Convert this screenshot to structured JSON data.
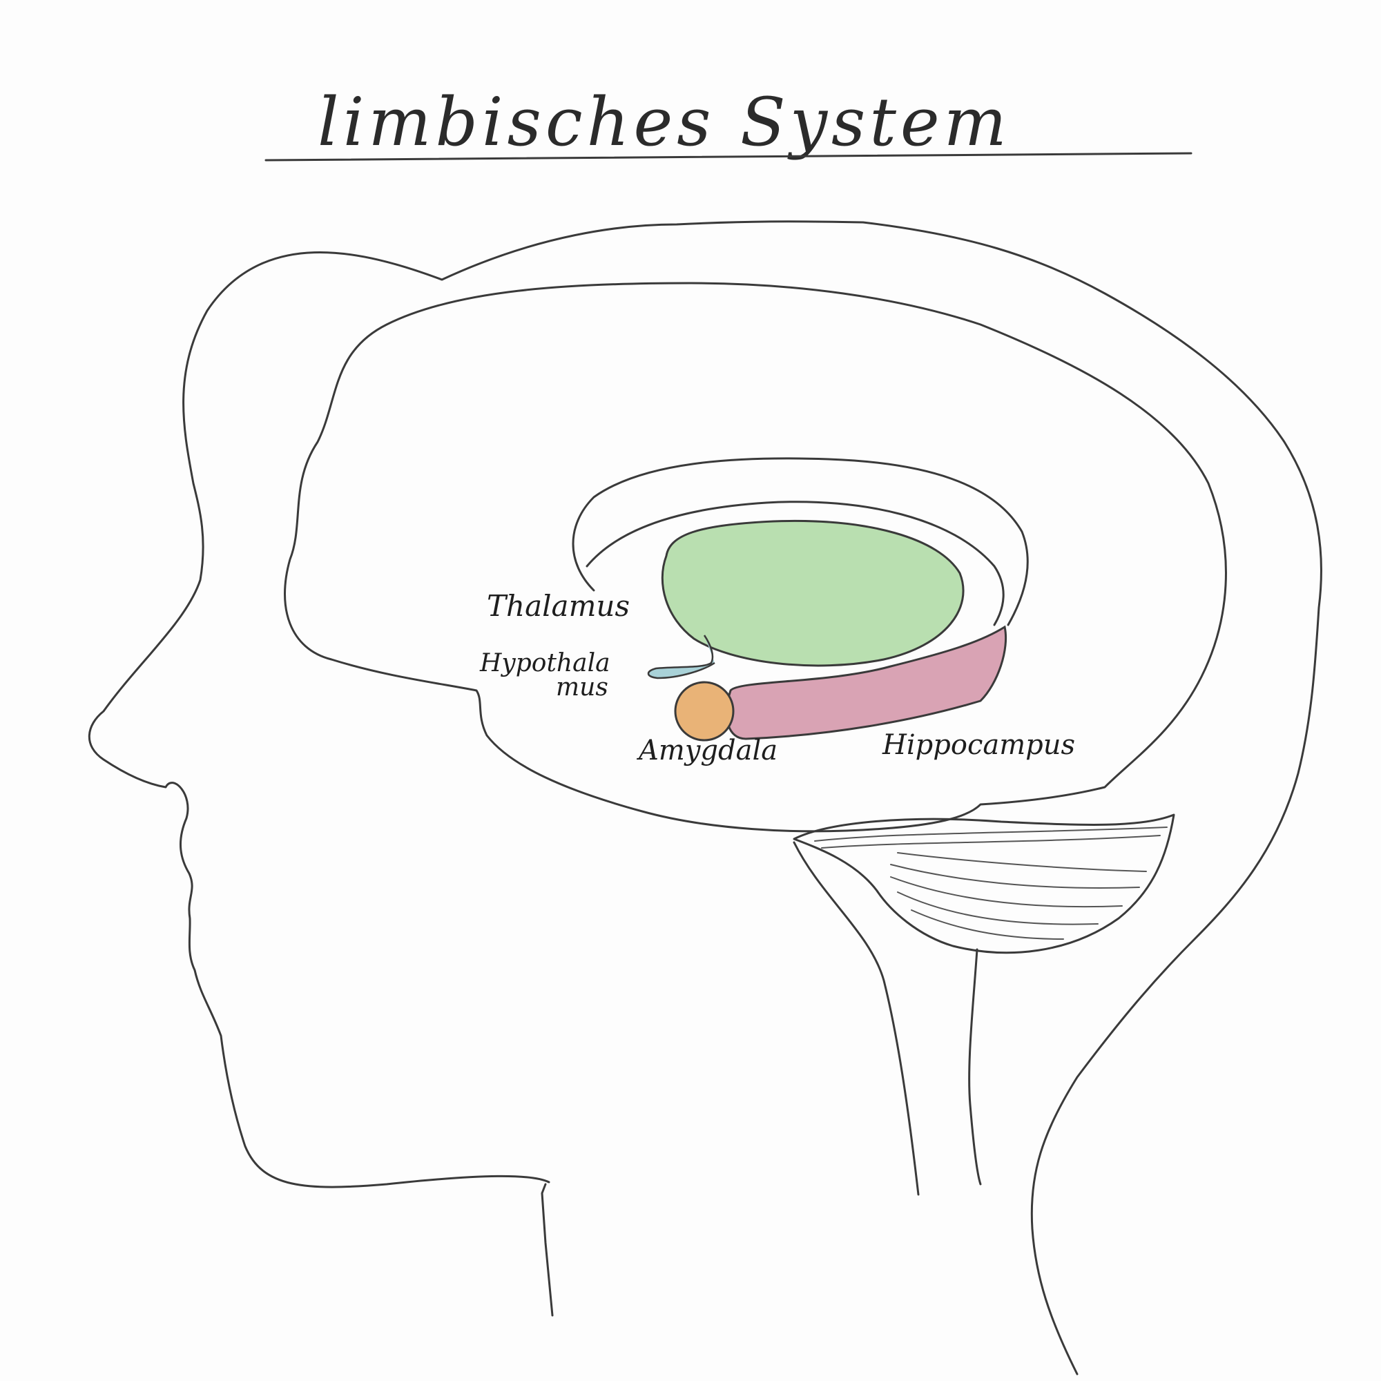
{
  "title": "limbisches System",
  "labels": {
    "thalamus": "Thalamus",
    "hypothalamus_line1": "Hypothala",
    "hypothalamus_line2": "mus",
    "amygdala": "Amygdala",
    "hippocampus": "Hippocampus"
  },
  "colors": {
    "paper": "#fdfdfd",
    "pencil": "#3a3a3a",
    "thalamus": "#b9dfb0",
    "hypothalamus": "#a9d2d8",
    "amygdala": "#e9b377",
    "hippocampus": "#d9a3b4"
  }
}
